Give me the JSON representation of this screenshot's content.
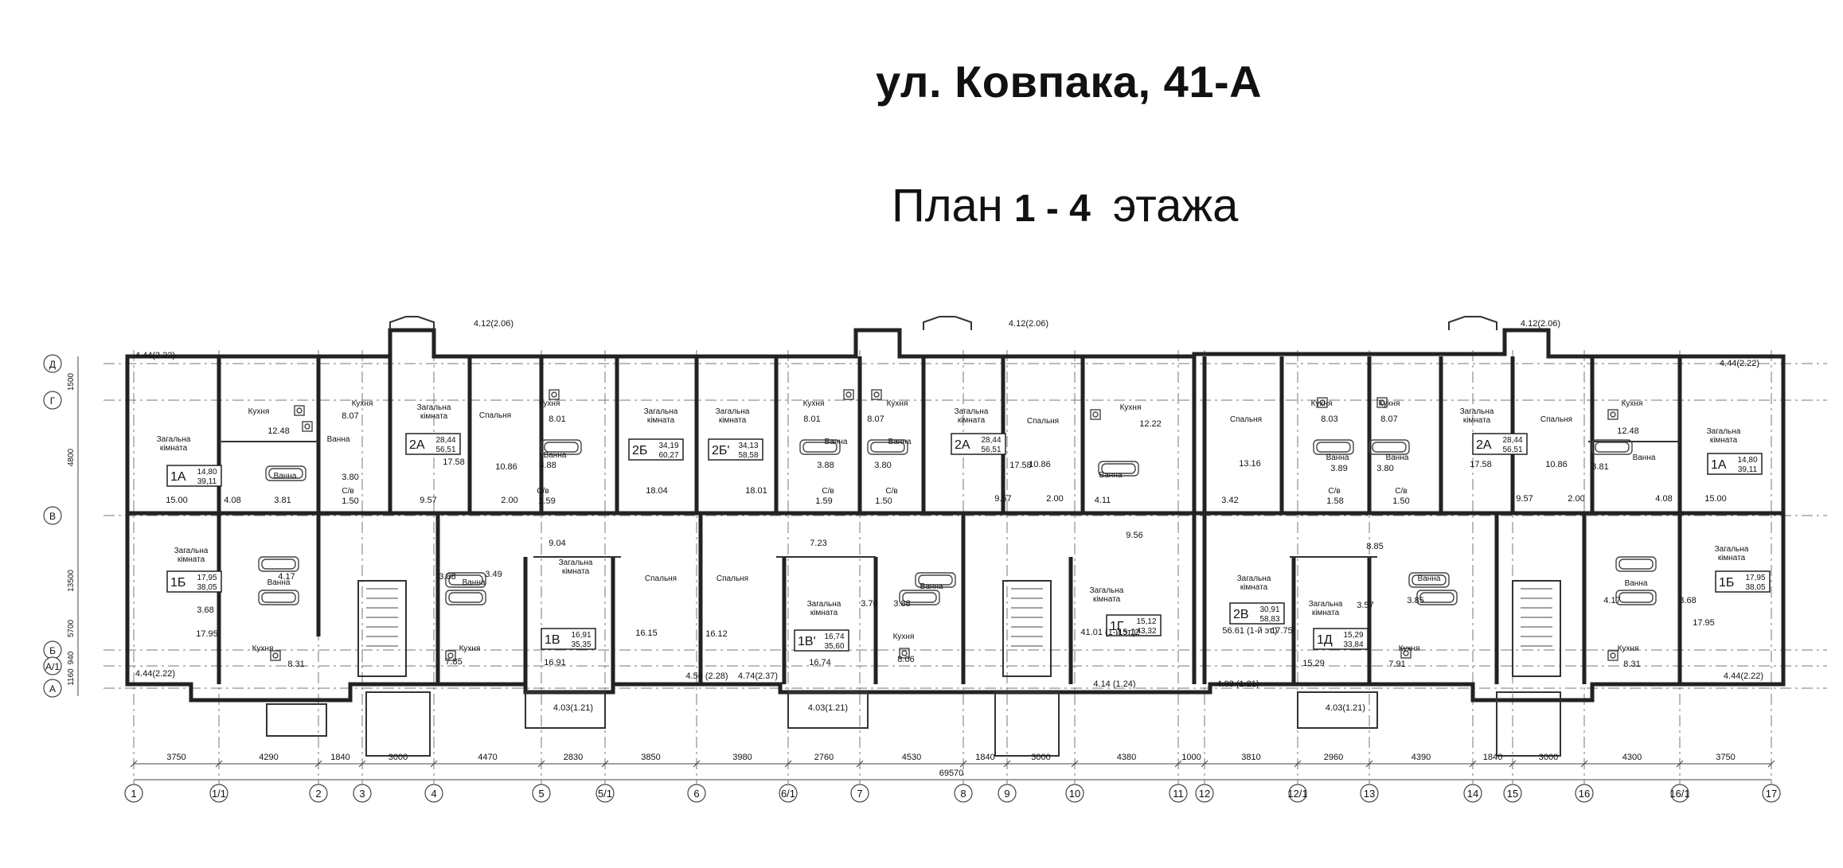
{
  "title": "ул. Ковпака, 41-А",
  "subtitle": {
    "prefix": "План",
    "floors": "1 - 4",
    "suffix": "этажа"
  },
  "grid_rows": [
    "Д",
    "Г",
    "В",
    "Б",
    "А/1",
    "А"
  ],
  "row_dims": [
    "1500",
    "4800",
    "13500",
    "5700",
    "940",
    "1160"
  ],
  "grid_cols": [
    "1",
    "1/1",
    "2",
    "3",
    "4",
    "5",
    "5/1",
    "6",
    "6/1",
    "7",
    "8",
    "9",
    "10",
    "11",
    "12",
    "12/1",
    "13",
    "14",
    "15",
    "16",
    "16/1",
    "17"
  ],
  "col_dims": [
    "3750",
    "4290",
    "1840",
    "3000",
    "4470",
    "2830",
    "3850",
    "3980",
    "2760",
    "4530",
    "1840",
    "3000",
    "4380",
    "1000",
    "3810",
    "2960",
    "4390",
    "1840",
    "3000",
    "4300",
    "3750"
  ],
  "total_width": "69570",
  "balconies": [
    "4.12(2.06)",
    "4.12(2.06)",
    "4.12(2.06)",
    "4.44(2.22)",
    "4.44(2.22)",
    "4.44(2.22)",
    "4.44(2.22)",
    "4.56 (2.28)",
    "4.74(2.37)",
    "4.03(1.21)",
    "4.03(1.21)",
    "4.14 (1.24)",
    "4.03 (1.21)",
    "4.03(1.21)"
  ],
  "apartments": [
    {
      "code": "1А",
      "living": "14,80",
      "total": "39,11"
    },
    {
      "code": "2А",
      "living": "28,44",
      "total": "56,51"
    },
    {
      "code": "2Б",
      "living": "34,19",
      "total": "60,27"
    },
    {
      "code": "2Б'",
      "living": "34,13",
      "total": "58,58"
    },
    {
      "code": "2А",
      "living": "28,44",
      "total": "56,51"
    },
    {
      "code": "2А",
      "living": "28,44",
      "total": "56,51"
    },
    {
      "code": "1А",
      "living": "14,80",
      "total": "39,11"
    },
    {
      "code": "1Б",
      "living": "17,95",
      "total": "38,05"
    },
    {
      "code": "1В",
      "living": "16,91",
      "total": "35,35"
    },
    {
      "code": "1В'",
      "living": "16,74",
      "total": "35,60"
    },
    {
      "code": "1Г",
      "living": "15,12",
      "total": "43,32"
    },
    {
      "code": "2В",
      "living": "30,91",
      "total": "58,83"
    },
    {
      "code": "1Д",
      "living": "15,29",
      "total": "33,84"
    },
    {
      "code": "1Б",
      "living": "17,95",
      "total": "38,05"
    }
  ],
  "rooms": {
    "living_room": "Загальна кімната",
    "kitchen": "Кухня",
    "bathroom": "Ванна",
    "wc": "С/в",
    "bedroom": "Спальня"
  },
  "areas": [
    "12.48",
    "8.07",
    "8.01",
    "8.01",
    "8.07",
    "12.22",
    "8.03",
    "8.07",
    "12.48",
    "15.00",
    "4.08",
    "3.81",
    "9.57",
    "17.58",
    "10.86",
    "2.00",
    "3.80",
    "1.50",
    "3.88",
    "1.59",
    "18.04",
    "18.01",
    "3.88",
    "1.59",
    "3.80",
    "1.50",
    "17.58",
    "10.86",
    "2.00",
    "9.57",
    "4.11",
    "13.16",
    "3.42",
    "3.89",
    "1.58",
    "3.80",
    "1.50",
    "17.58",
    "10.86",
    "2.00",
    "9.57",
    "3.81",
    "4.08",
    "15.00",
    "4.17",
    "3.68",
    "17.95",
    "8.31",
    "3.88",
    "3.49",
    "9.04",
    "7.85",
    "16.91",
    "16.15",
    "16.12",
    "7.23",
    "3.70",
    "3.88",
    "16.74",
    "8.06",
    "9.56",
    "15.12",
    "8.85",
    "3.57",
    "3.85",
    "15.29",
    "7.91",
    "4.17",
    "3.68",
    "17.95",
    "8.31",
    "41.01 (1-й эт.)",
    "56.61 (1-й эт.)",
    "17.75"
  ]
}
